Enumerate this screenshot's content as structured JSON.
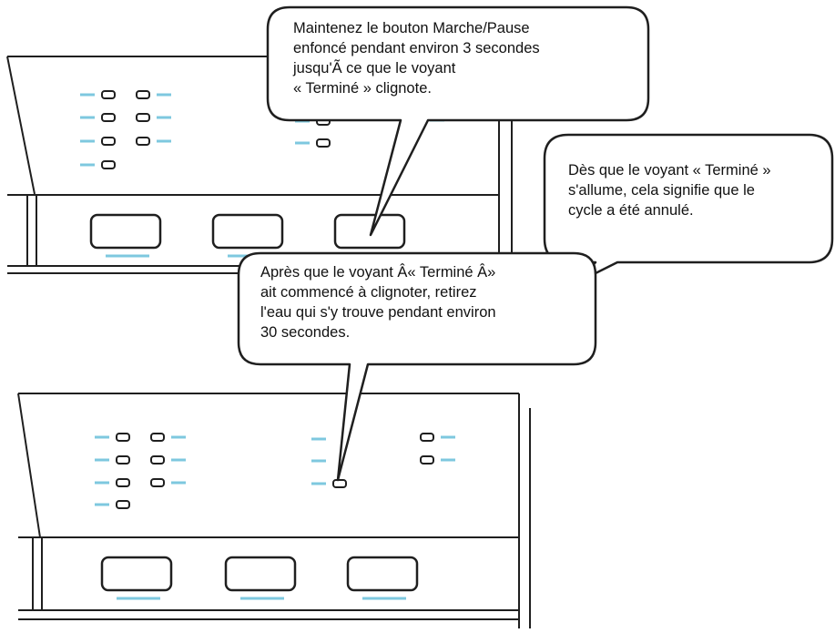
{
  "colors": {
    "line": "#1f1f1f",
    "accent": "#7ec8df",
    "bubble_fill": "#ffffff"
  },
  "callouts": {
    "top": {
      "lines": [
        "Maintenez le bouton Marche/Pause",
        "enfoncé pendant environ 3 secondes",
        "jusqu'Ã  ce que le voyant",
        "« Terminé » clignote."
      ]
    },
    "right": {
      "lines": [
        "Dès que le voyant « Terminé »",
        "s'allume, cela signifie que le",
        "cycle a été annulé."
      ]
    },
    "middle": {
      "lines": [
        "Après que le voyant Â« Terminé Â»",
        "ait commencé  à clignoter, retirez",
        "l'eau qui s'y trouve pendant environ",
        "30 secondes."
      ]
    }
  }
}
